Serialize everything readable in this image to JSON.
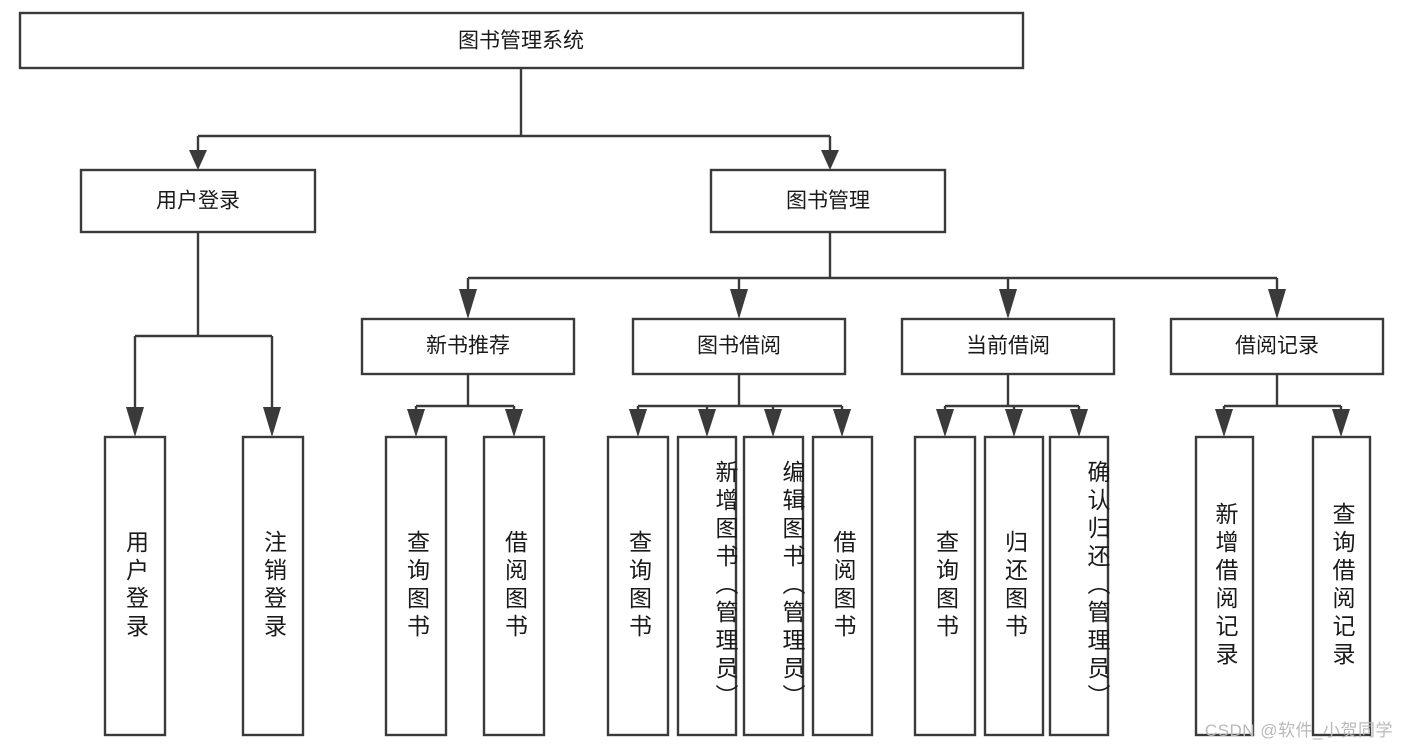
{
  "diagram": {
    "type": "hierarchy-tree",
    "title": "图书管理系统",
    "watermark": "CSDN @软件_小贺同学",
    "colors": {
      "border": "#3a3a3a",
      "box_fill": "#ffffff",
      "text": "#1a1a1a",
      "background": "#ffffff",
      "watermark": "#b9b9b9"
    },
    "root": {
      "label": "图书管理系统"
    },
    "level2": [
      {
        "label": "用户登录"
      },
      {
        "label": "图书管理"
      }
    ],
    "level3": [
      {
        "label": "新书推荐"
      },
      {
        "label": "图书借阅"
      },
      {
        "label": "当前借阅"
      },
      {
        "label": "借阅记录"
      }
    ],
    "leaves": {
      "user_login": [
        {
          "label": "用户登录"
        },
        {
          "label": "注销登录"
        }
      ],
      "new_book_recommend": [
        {
          "label": "查询图书"
        },
        {
          "label": "借阅图书"
        }
      ],
      "book_borrow": [
        {
          "label": "查询图书"
        },
        {
          "label": "新增图书（管理员）"
        },
        {
          "label": "编辑图书（管理员）"
        },
        {
          "label": "借阅图书"
        }
      ],
      "current_borrow": [
        {
          "label": "查询图书"
        },
        {
          "label": "归还图书"
        },
        {
          "label": "确认归还（管理员）"
        }
      ],
      "borrow_record": [
        {
          "label": "新增借阅记录"
        },
        {
          "label": "查询借阅记录"
        }
      ]
    }
  }
}
